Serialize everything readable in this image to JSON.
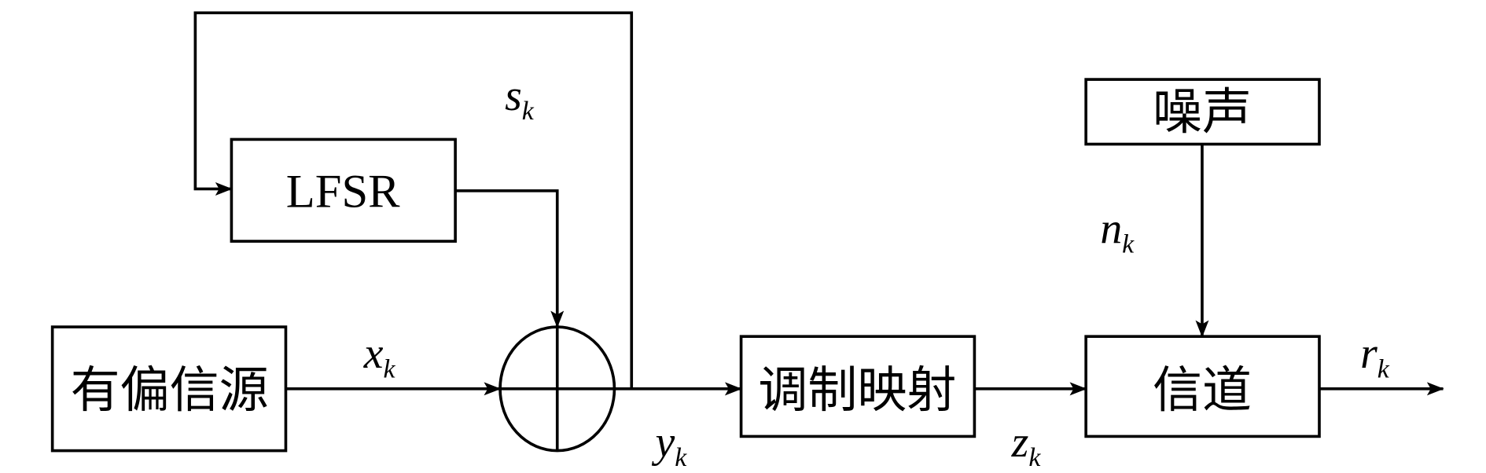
{
  "blocks": {
    "lfsr": "LFSR",
    "source": "有偏信源",
    "modulation": "调制映射",
    "channel": "信道",
    "noise": "噪声"
  },
  "signals": {
    "s": {
      "symbol": "s",
      "sub": "k"
    },
    "x": {
      "symbol": "x",
      "sub": "k"
    },
    "y": {
      "symbol": "y",
      "sub": "k"
    },
    "z": {
      "symbol": "z",
      "sub": "k"
    },
    "n": {
      "symbol": "n",
      "sub": "k"
    },
    "r": {
      "symbol": "r",
      "sub": "k"
    }
  },
  "colors": {
    "stroke": "#000000",
    "background": "#ffffff"
  }
}
